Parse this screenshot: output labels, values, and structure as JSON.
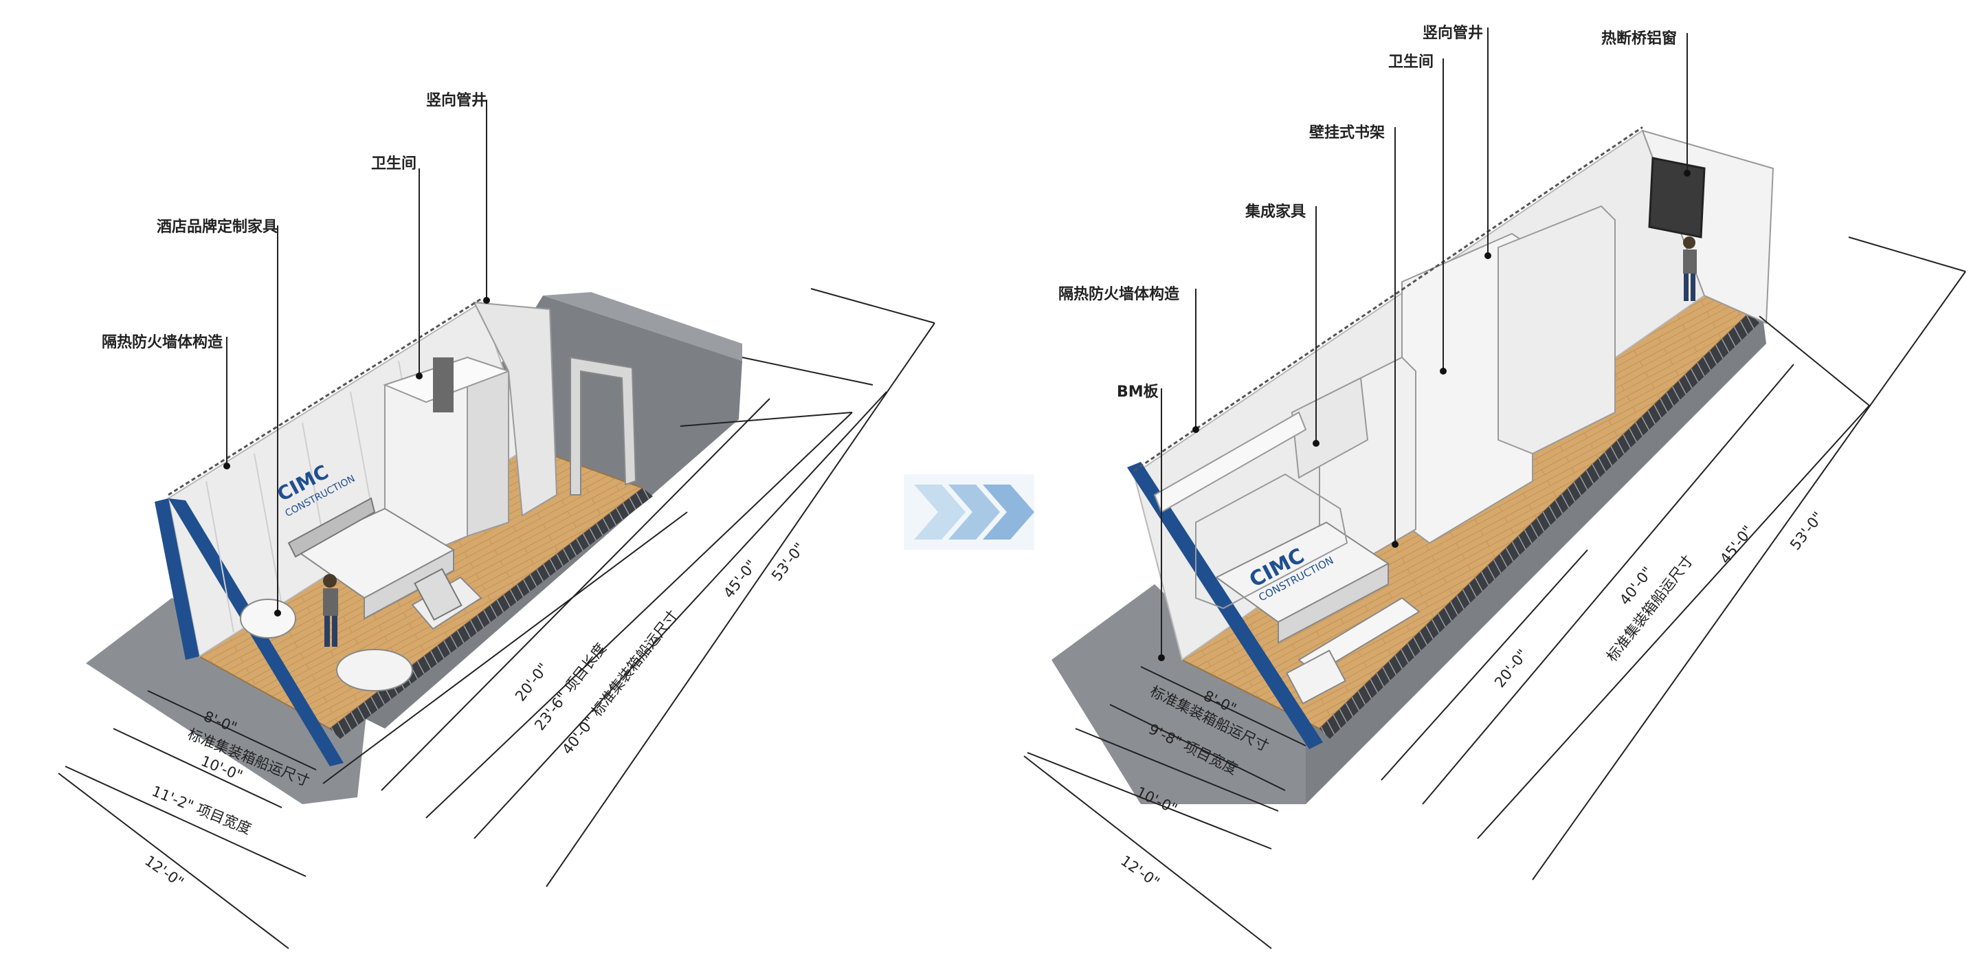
{
  "left_model": {
    "callouts": {
      "vertical_shaft": "竖向管井",
      "bathroom": "卫生间",
      "hotel_furniture": "酒店品牌定制家具",
      "wall_construction": "隔热防火墙体构造"
    },
    "logo": {
      "line1": "CIMC",
      "line2": "CONSTRUCTION"
    },
    "dimensions": {
      "width_8": "8'-0\"",
      "width_8_note": "标准集装箱船运尺寸",
      "width_10": "10'-0\"",
      "width_11": "11'-2\" 项目宽度",
      "width_12": "12'-0\"",
      "len_20": "20'-0\"",
      "len_23": "23'-6\" 项目长度",
      "len_40": "40'-0\" 标准集装箱船运尺寸",
      "len_45": "45'-0\"",
      "len_53": "53'-0\""
    }
  },
  "right_model": {
    "callouts": {
      "vertical_shaft": "竖向管井",
      "window": "热断桥铝窗",
      "bathroom": "卫生间",
      "bookshelf": "壁挂式书架",
      "integrated_furniture": "集成家具",
      "wall_construction": "隔热防火墙体构造",
      "bm_board": "BM板"
    },
    "logo": {
      "line1": "CIMC",
      "line2": "CONSTRUCTION"
    },
    "dimensions": {
      "width_8": "8'-0\"",
      "width_8_note": "标准集装箱船运尺寸",
      "width_9": "9'-8\" 项目宽度",
      "width_10": "10'-0\"",
      "width_12": "12'-0\"",
      "len_20": "20'-0\"",
      "len_40": "40'-0\"",
      "len_40_note": "标准集装箱船运尺寸",
      "len_45": "45'-0\"",
      "len_53": "53'-0\""
    }
  },
  "colors": {
    "shadow": "#8a8e93",
    "shadow_dark": "#6f7378",
    "floor": "#d4a66a",
    "wall": "#ececec",
    "wall_edge": "#b9b9b9",
    "container_blue": "#1f4f8f",
    "arrow": "#a9c8e6"
  }
}
